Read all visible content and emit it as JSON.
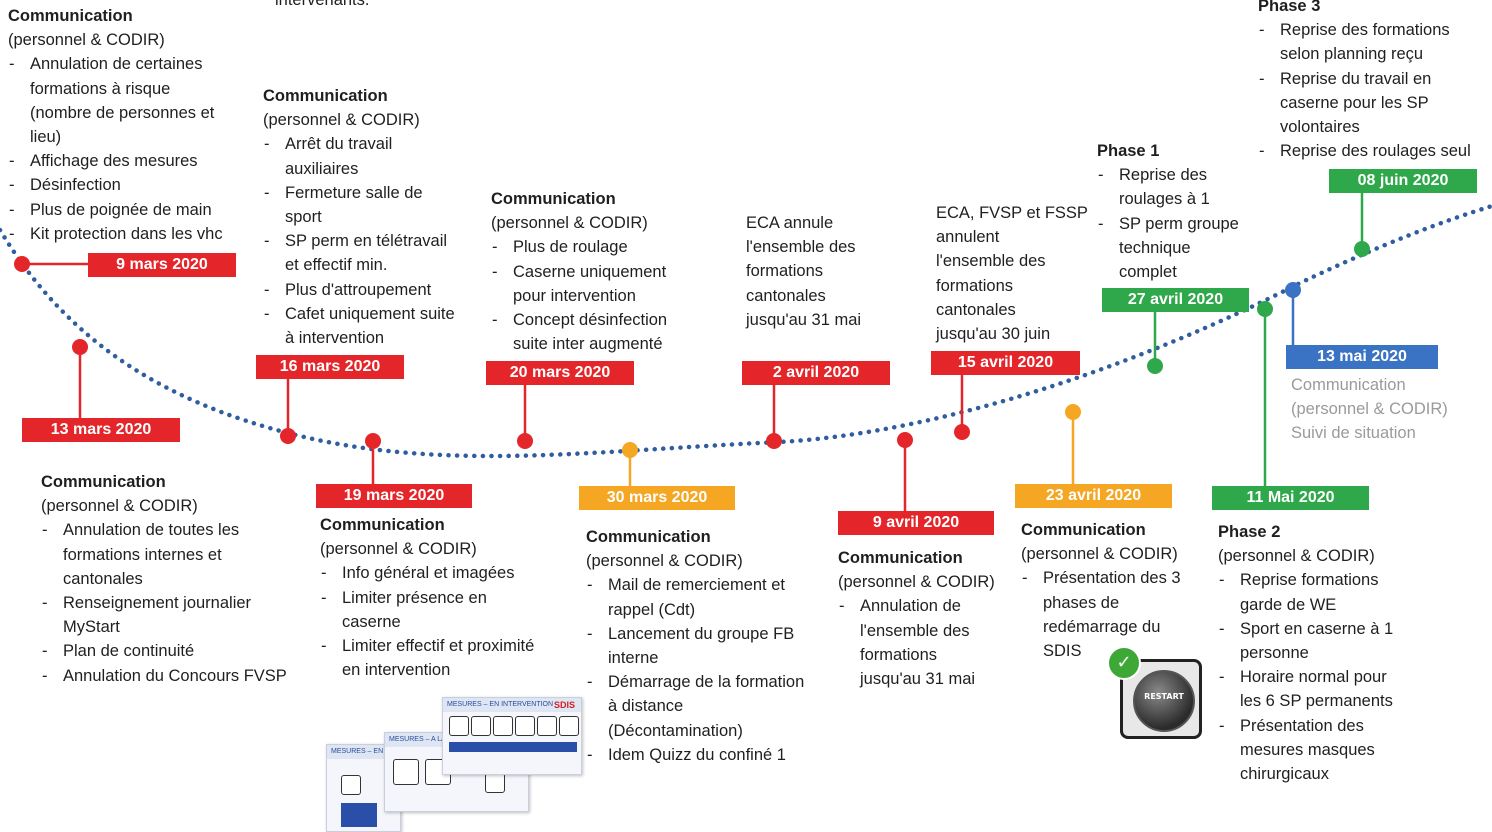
{
  "colors": {
    "red": "#e4262a",
    "orange": "#f5a623",
    "green": "#2ea84a",
    "blue": "#3b73c4",
    "curve": "#2f5d9e",
    "gray_text": "#9a9a9a"
  },
  "overflow_text": "intervenants.",
  "dates": {
    "d1": "9 mars 2020",
    "d2": "13 mars 2020",
    "d3": "16 mars 2020",
    "d4": "19 mars 2020",
    "d5": "20 mars 2020",
    "d6": "30 mars 2020",
    "d7": "2 avril 2020",
    "d8": "9 avril 2020",
    "d9": "15 avril 2020",
    "d10": "23 avril 2020",
    "d11": "27 avril 2020",
    "d12": "11 Mai 2020",
    "d13": "13 mai 2020",
    "d14": "08 juin 2020"
  },
  "blocks": {
    "b9mars": {
      "title": "Communication",
      "sub": "(personnel & CODIR)",
      "items": [
        "Annulation de certaines",
        "formations à risque",
        "(nombre de personnes et",
        "lieu)",
        "Affichage des mesures",
        "Désinfection",
        "Plus de poignée de main",
        "Kit protection dans les  vhc"
      ]
    },
    "b13mars": {
      "title": "Communication",
      "sub": "(personnel & CODIR)",
      "items": [
        "Annulation de toutes les",
        "formations internes et",
        "cantonales",
        "Renseignement journalier",
        "MyStart",
        "Plan de continuité",
        "Annulation du Concours FVSP"
      ]
    },
    "b16mars": {
      "title": "Communication",
      "sub": "(personnel & CODIR)",
      "items": [
        "Arrêt du travail",
        "auxiliaires",
        "Fermeture salle de",
        "sport",
        "SP perm en télétravail",
        "et effectif min.",
        "Plus d'attroupement",
        "Cafet uniquement suite",
        "à intervention"
      ]
    },
    "b19mars": {
      "title": "Communication",
      "sub": "(personnel & CODIR)",
      "items": [
        "Info général et imagées",
        "Limiter présence en",
        "caserne",
        "Limiter effectif et proximité",
        "en intervention"
      ]
    },
    "b20mars": {
      "title": "Communication",
      "sub": "(personnel & CODIR)",
      "items": [
        "Plus de roulage",
        "Caserne uniquement",
        "pour intervention",
        "Concept désinfection",
        "suite inter augmenté"
      ]
    },
    "b30mars": {
      "title": "Communication",
      "sub": "(personnel & CODIR)",
      "items": [
        "Mail de remerciement et",
        "rappel (Cdt)",
        "Lancement du groupe FB",
        "interne",
        "Démarrage de la formation",
        "à distance",
        "(Décontamination)",
        "Idem Quizz du confiné 1"
      ]
    },
    "b2avril": {
      "lines": [
        "ECA annule",
        "l'ensemble des",
        "formations",
        "cantonales",
        "jusqu'au 31 mai"
      ]
    },
    "b9avril": {
      "title": "Communication",
      "sub": "(personnel & CODIR)",
      "items": [
        "Annulation de",
        "l'ensemble des",
        "formations",
        "jusqu'au 31 mai"
      ]
    },
    "b15avril": {
      "lines": [
        "ECA, FVSP et FSSP",
        "annulent",
        "l'ensemble des",
        "formations",
        "cantonales",
        "jusqu'au 30 juin"
      ]
    },
    "b23avril": {
      "title": "Communication",
      "sub": "(personnel & CODIR)",
      "items": [
        "Présentation des 3",
        "phases de",
        "redémarrage du",
        "SDIS"
      ]
    },
    "b27avril": {
      "title": "Phase 1",
      "items": [
        "Reprise des",
        "roulages à 1",
        "SP perm groupe",
        "technique",
        "complet"
      ]
    },
    "b11mai": {
      "title": "Phase 2",
      "sub": "(personnel & CODIR)",
      "items": [
        "Reprise formations",
        "garde de WE",
        "Sport en caserne à 1",
        "personne",
        "Horaire normal pour",
        "les 6 SP permanents",
        "Présentation des",
        "mesures masques",
        "chirurgicaux"
      ]
    },
    "b13mai": {
      "lines": [
        "Communication",
        "(personnel & CODIR)",
        "Suivi de situation"
      ]
    },
    "b08juin": {
      "title": "Phase 3",
      "items": [
        "Reprise des formations",
        "selon planning reçu",
        "Reprise du travail en",
        "caserne pour les SP",
        "volontaires",
        "Reprise des roulages seul"
      ]
    }
  },
  "restart_badge": "RESTART",
  "posters": {
    "p1": "MESURES – EN INTERVENTION",
    "p1_logo": "SDIS",
    "p2": "MESURES – A LA",
    "p3": "MESURES – EN"
  }
}
